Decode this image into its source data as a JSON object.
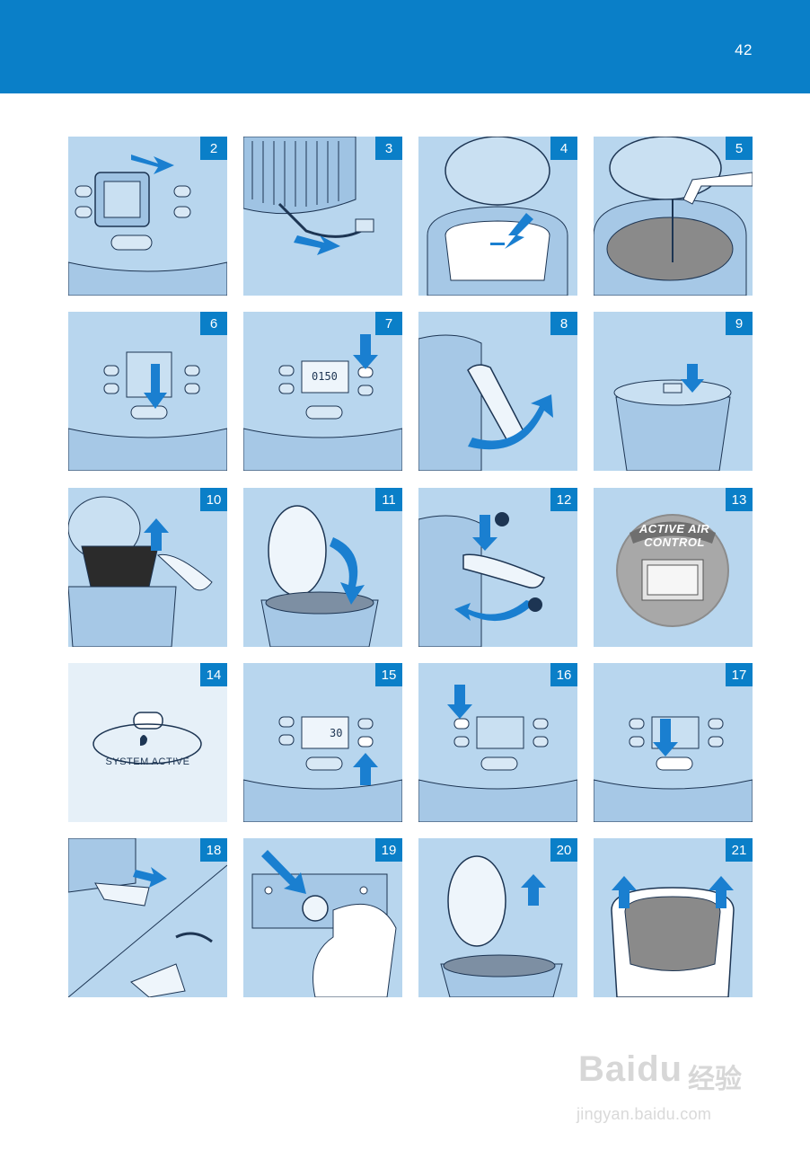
{
  "page": {
    "number": "42"
  },
  "colors": {
    "header": "#0a7fc8",
    "panel": "#b8d6ee",
    "arrow": "#1a7fd0",
    "outline": "#1d3553"
  },
  "panels": [
    {
      "step": "2"
    },
    {
      "step": "3"
    },
    {
      "step": "4"
    },
    {
      "step": "5"
    },
    {
      "step": "6"
    },
    {
      "step": "7",
      "display": "0150"
    },
    {
      "step": "8"
    },
    {
      "step": "9"
    },
    {
      "step": "10"
    },
    {
      "step": "11"
    },
    {
      "step": "12"
    },
    {
      "step": "13",
      "badge_text": "ACTIVE AIR CONTROL"
    },
    {
      "step": "14",
      "label": "SYSTEM ACTIVE"
    },
    {
      "step": "15",
      "display": "30"
    },
    {
      "step": "16"
    },
    {
      "step": "17"
    },
    {
      "step": "18"
    },
    {
      "step": "19"
    },
    {
      "step": "20"
    },
    {
      "step": "21"
    }
  ],
  "watermark": {
    "brand": "Baidu",
    "chinese": "经验",
    "url": "jingyan.baidu.com"
  }
}
